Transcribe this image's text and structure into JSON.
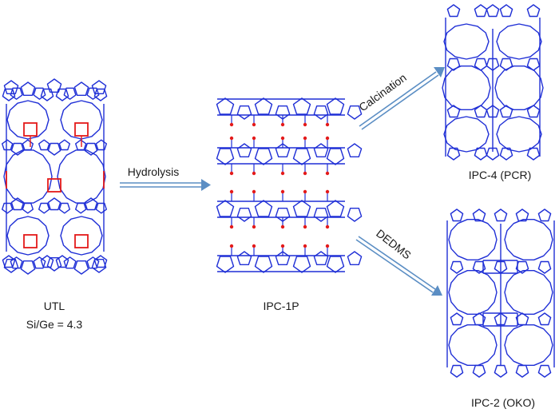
{
  "structures": {
    "utl": {
      "name": "UTL",
      "ratio": "Si/Ge = 4.3"
    },
    "ipc1p": {
      "name": "IPC-1P"
    },
    "ipc4": {
      "name": "IPC-4 (PCR)"
    },
    "ipc2": {
      "name": "IPC-2 (OKO)"
    }
  },
  "steps": {
    "hydrolysis": "Hydrolysis",
    "calcination": "Calcination",
    "dedms": "DEDMS"
  },
  "colors": {
    "framework": "#1f2fd6",
    "d4r": "#e41a1a",
    "arrow": "#5b8ec4",
    "text": "#1a1a1a"
  }
}
